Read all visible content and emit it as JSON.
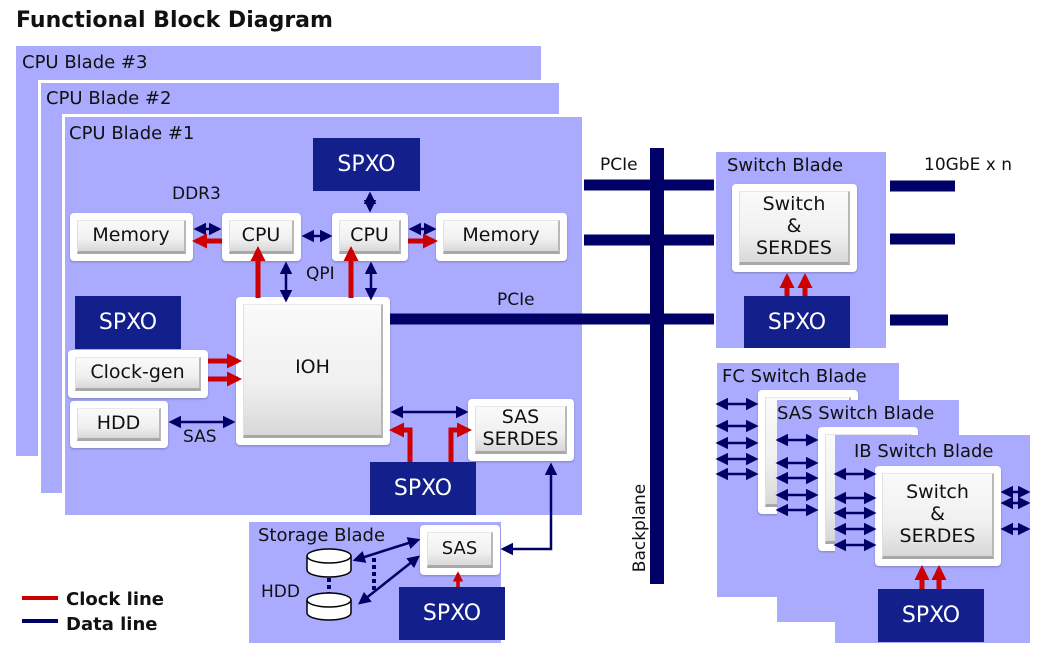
{
  "title": "Functional Block Diagram",
  "colors": {
    "blade_bg": "#aaaaff",
    "spxo_bg": "#13208c",
    "data_line": "#000066",
    "clock_line": "#cc0000"
  },
  "cpu_blades": {
    "blade3_label": "CPU Blade #3",
    "blade2_label": "CPU Blade #2",
    "blade1_label": "CPU Blade #1"
  },
  "cpu_blade1": {
    "spxo_top": "SPXO",
    "spxo_left": "SPXO",
    "spxo_bottom": "SPXO",
    "ddr3_label": "DDR3",
    "memory_left": "Memory",
    "memory_right": "Memory",
    "cpu_left": "CPU",
    "cpu_right": "CPU",
    "qpi_label": "QPI",
    "ioh": "IOH",
    "clock_gen": "Clock-gen",
    "hdd": "HDD",
    "sas_label": "SAS",
    "sas_serdes_line1": "SAS",
    "sas_serdes_line2": "SERDES",
    "pcie_label": "PCIe"
  },
  "backplane": {
    "label": "Backplane",
    "pcie_label": "PCIe"
  },
  "switch_blade": {
    "label": "Switch Blade",
    "chip_line1": "Switch",
    "chip_line2": "&",
    "chip_line3": "SERDES",
    "spxo": "SPXO",
    "uplink_label": "10GbE x n"
  },
  "switch_stack": {
    "fc_label": "FC Switch Blade",
    "sas_label": "SAS Switch Blade",
    "ib_label": "IB Switch Blade",
    "chip_line1": "Switch",
    "chip_line2": "&",
    "chip_line3": "SERDES",
    "spxo": "SPXO"
  },
  "storage_blade": {
    "label": "Storage Blade",
    "hdd_label": "HDD",
    "sas_chip": "SAS",
    "spxo": "SPXO"
  },
  "legend": {
    "clock": "Clock line",
    "data": "Data line"
  }
}
